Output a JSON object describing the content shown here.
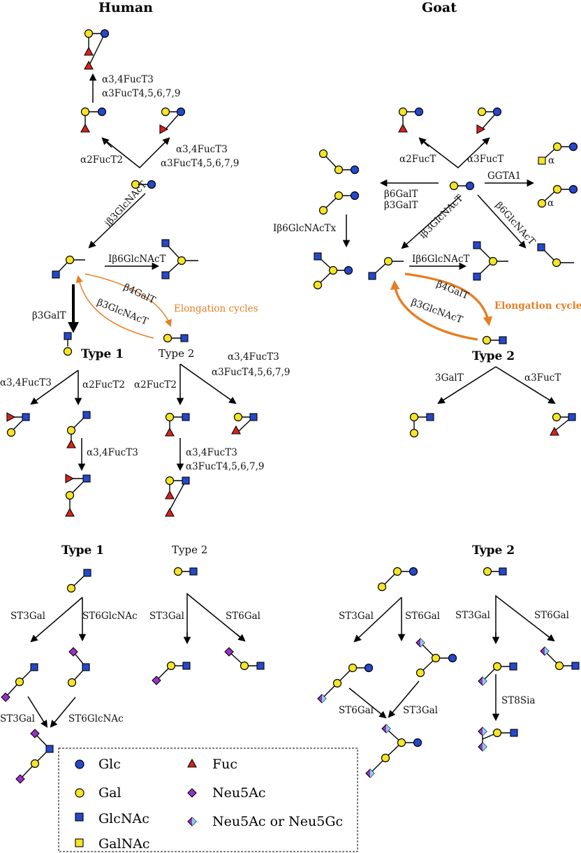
{
  "colors": {
    "glc": "#2648c9",
    "gal": "#f5e52a",
    "glcnac": "#2648c9",
    "galnac": "#f5e52a",
    "fuc": "#d8231f",
    "neu5ac": "#9b30c8",
    "neu5gc": "#8ad0ea",
    "elongation": "#e67e22"
  },
  "titles": {
    "human": "Human",
    "goat": "Goat",
    "type1_h": "Type 1",
    "type2_h": "Type 2",
    "type2_g": "Type 2",
    "sia_type1": "Type 1",
    "sia_type2": "Type 2",
    "sia_type2_goat": "Type 2"
  },
  "enzymes": {
    "h_fuct3_top": "α3,4FucT3",
    "h_fuct4_top": "α3FucT4,5,6,7,9",
    "h_a2fuct2": "α2FucT2",
    "h_fuct3_r": "α3,4FucT3",
    "h_fuct4_r": "α3FucT4,5,6,7,9",
    "h_ib3glcnact": "iβ3GlcNAcT",
    "h_ib6glcnact": "Iβ6GlcNAcT",
    "h_b4galt": "β4GalT",
    "h_b3glcnact": "β3GlcNAcT",
    "h_b3galt": "β3GalT",
    "h_elongation": "Elongation cycles",
    "h_t1_fuct3": "α3,4FucT3",
    "h_t1_a2fuct2": "α2FucT2",
    "h_t1_fuct3b": "α3,4FucT3",
    "h_t2_a2fuct2": "α2FucT2",
    "h_t2_fuct3": "α3,4FucT3",
    "h_t2_fuct4": "α3FucT4,5,6,7,9",
    "h_t2_fuct3b": "α3,4FucT3",
    "h_t2_fuct4b": "α3FucT4,5,6,7,9",
    "g_a2fuct": "α2FucT",
    "g_a3fuct": "α3FucT",
    "g_ggta1": "GGTA1",
    "g_b6galt": "β6GalT",
    "g_b3galt": "β3GalT",
    "g_ib3glcnact": "iβ3GlcNAcT",
    "g_b6glcnact": "β6GlcNAcT",
    "g_ib6glcnactx": "Iβ6GlcNAcTx",
    "g_ib6glcnact": "Iβ6GlcNAcT",
    "g_b4galt": "β4GalT",
    "g_b3glcnact": "β3GlcNAcT",
    "g_elongation": "Elongation cycles",
    "g_3galt": "3GalT",
    "g_a3fuct_b": "α3FucT",
    "alpha": "α",
    "s_st3gal_1": "ST3Gal",
    "s_st6glcnac_1": "ST6GlcNAc",
    "s_st3gal_2": "ST3Gal",
    "s_st6gal_2": "ST6Gal",
    "s_st3gal_3": "ST3Gal",
    "s_st6glcnac_3": "ST6GlcNAc",
    "s_st3gal_g1": "ST3Gal",
    "s_st6gal_g1": "ST6Gal",
    "s_st6gal_g2": "ST6Gal",
    "s_st3gal_g2": "ST3Gal",
    "s_st3gal_g3": "ST3Gal",
    "s_st6gal_g3": "ST6Gal",
    "s_st8sia": "ST8Sia"
  },
  "legend": {
    "glc": "Glc",
    "gal": "Gal",
    "glcnac": "GlcNAc",
    "galnac": "GalNAc",
    "fuc": "Fuc",
    "neu5ac": "Neu5Ac",
    "neu5ac_or_gc": "Neu5Ac or Neu5Gc"
  }
}
